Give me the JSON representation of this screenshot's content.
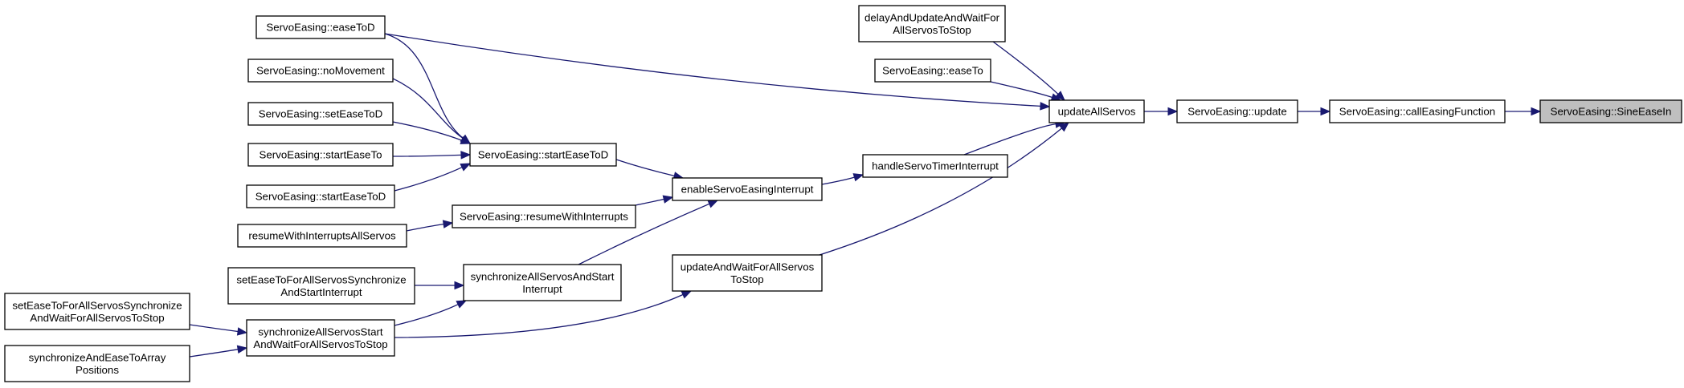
{
  "title": "",
  "colors": {
    "edge": "#191970",
    "node_border": "#000000",
    "current_fill": "#bfbfbf"
  },
  "nodes": [
    {
      "id": "sine",
      "lines": [
        "ServoEasing::SineEaseIn"
      ],
      "current": true
    },
    {
      "id": "callef",
      "lines": [
        "ServoEasing::callEasingFunction"
      ]
    },
    {
      "id": "update",
      "lines": [
        "ServoEasing::update"
      ]
    },
    {
      "id": "uas",
      "lines": [
        "updateAllServos"
      ]
    },
    {
      "id": "delay",
      "lines": [
        "delayAndUpdateAndWaitFor",
        "AllServosToStop"
      ]
    },
    {
      "id": "easeto",
      "lines": [
        "ServoEasing::easeTo"
      ]
    },
    {
      "id": "easetod",
      "lines": [
        "ServoEasing::easeToD"
      ]
    },
    {
      "id": "hsti",
      "lines": [
        "handleServoTimerInterrupt"
      ]
    },
    {
      "id": "uawfas",
      "lines": [
        "updateAndWaitForAllServos",
        "ToStop"
      ]
    },
    {
      "id": "esei",
      "lines": [
        "enableServoEasingInterrupt"
      ]
    },
    {
      "id": "sasd",
      "lines": [
        "ServoEasing::startEaseToD"
      ]
    },
    {
      "id": "rwi",
      "lines": [
        "ServoEasing::resumeWithInterrupts"
      ]
    },
    {
      "id": "sasasi",
      "lines": [
        "synchronizeAllServosAndStart",
        "Interrupt"
      ]
    },
    {
      "id": "nomove",
      "lines": [
        "ServoEasing::noMovement"
      ]
    },
    {
      "id": "setetd",
      "lines": [
        "ServoEasing::setEaseToD"
      ]
    },
    {
      "id": "seto",
      "lines": [
        "ServoEasing::startEaseTo"
      ]
    },
    {
      "id": "setod2",
      "lines": [
        "ServoEasing::startEaseToD"
      ]
    },
    {
      "id": "rwias",
      "lines": [
        "resumeWithInterruptsAllServos"
      ]
    },
    {
      "id": "setfas",
      "lines": [
        "setEaseToForAllServosSynchronize",
        "AndStartInterrupt"
      ]
    },
    {
      "id": "sassaw",
      "lines": [
        "synchronizeAllServosStart",
        "AndWaitForAllServosToStop"
      ]
    },
    {
      "id": "setfasw",
      "lines": [
        "setEaseToForAllServosSynchronize",
        "AndWaitForAllServosToStop"
      ]
    },
    {
      "id": "saeta",
      "lines": [
        "synchronizeAndEaseToArray",
        "Positions"
      ]
    }
  ],
  "edges": [
    {
      "from": "callef",
      "to": "sine"
    },
    {
      "from": "update",
      "to": "callef"
    },
    {
      "from": "uas",
      "to": "update"
    },
    {
      "from": "delay",
      "to": "uas"
    },
    {
      "from": "easeto",
      "to": "uas"
    },
    {
      "from": "easetod",
      "to": "uas"
    },
    {
      "from": "hsti",
      "to": "uas"
    },
    {
      "from": "uawfas",
      "to": "uas"
    },
    {
      "from": "esei",
      "to": "hsti"
    },
    {
      "from": "sasd",
      "to": "esei"
    },
    {
      "from": "rwi",
      "to": "esei"
    },
    {
      "from": "sasasi",
      "to": "esei"
    },
    {
      "from": "easetod",
      "to": "sasd"
    },
    {
      "from": "nomove",
      "to": "sasd"
    },
    {
      "from": "setetd",
      "to": "sasd"
    },
    {
      "from": "seto",
      "to": "sasd"
    },
    {
      "from": "setod2",
      "to": "sasd"
    },
    {
      "from": "rwias",
      "to": "rwi"
    },
    {
      "from": "setfas",
      "to": "sasasi"
    },
    {
      "from": "sassaw",
      "to": "sasasi"
    },
    {
      "from": "sassaw",
      "to": "uawfas"
    },
    {
      "from": "setfasw",
      "to": "sassaw"
    },
    {
      "from": "saeta",
      "to": "sassaw"
    }
  ]
}
